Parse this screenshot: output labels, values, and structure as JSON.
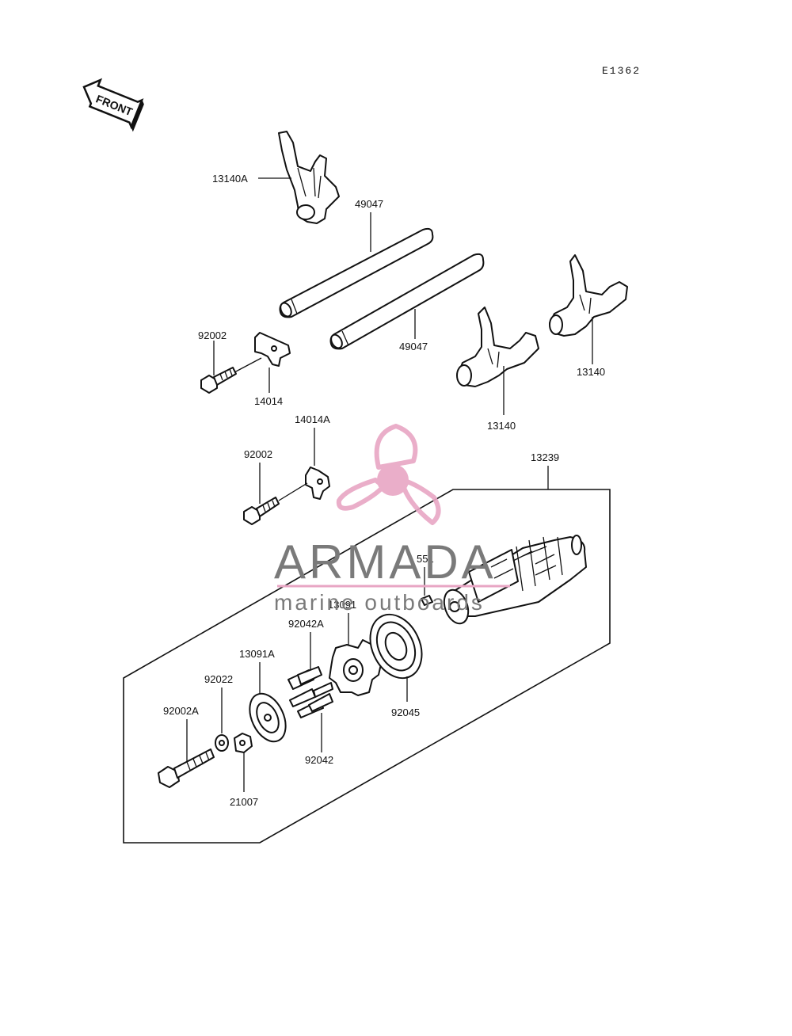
{
  "diagram_id": "E1362",
  "front_label": "FRONT",
  "watermark": {
    "brand": "ARMADA",
    "tagline": "marine outboards",
    "accent_color": "#e8a6c4",
    "text_color": "#7a7a7a"
  },
  "part_labels": {
    "p13140A": "13140A",
    "p49047_top": "49047",
    "p49047_bottom": "49047",
    "p92002_top": "92002",
    "p14014": "14014",
    "p13140_right": "13140",
    "p13140_left": "13140",
    "p14014A": "14014A",
    "p92002_mid": "92002",
    "p13239": "13239",
    "p551": "551",
    "p13091": "13091",
    "p92042A": "92042A",
    "p13091A": "13091A",
    "p92022": "92022",
    "p92002A": "92002A",
    "p92045": "92045",
    "p92042": "92042",
    "p21007": "21007"
  }
}
